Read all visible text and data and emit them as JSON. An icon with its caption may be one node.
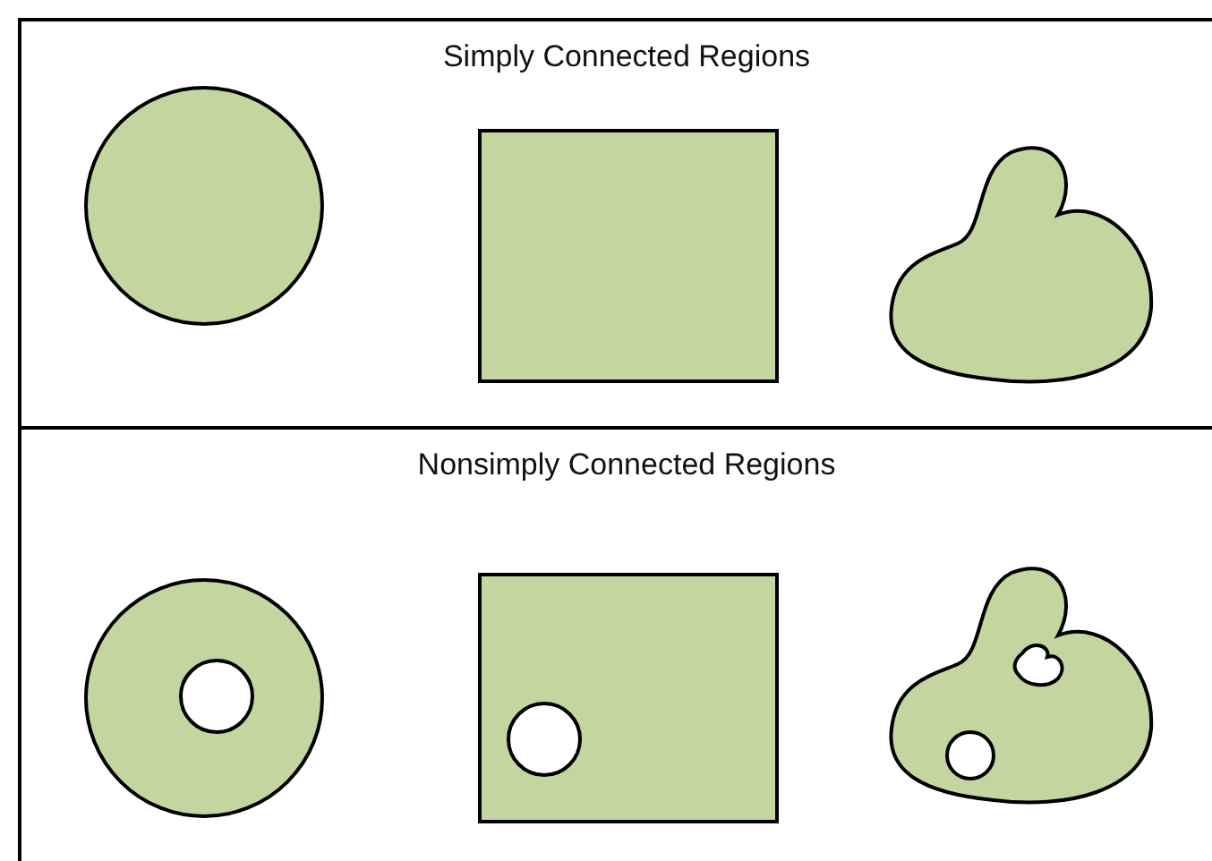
{
  "diagram": {
    "nodes": [
      {
        "text": [
          "Simply Connected Regions"
        ]
      },
      {
        "text": [],
        "shape": "circle",
        "in": 0
      },
      {
        "text": [],
        "shape": "box",
        "in": 0
      },
      {
        "text": [],
        "shape": "blob",
        "in": 0
      },
      {
        "text": [
          "Nonsimply Connected Regions"
        ]
      },
      {
        "text": [],
        "shape": "circle",
        "in": 4
      },
      {
        "text": [],
        "shape": "circle",
        "in": 5
      },
      {
        "text": [],
        "shape": "box",
        "in": 4
      },
      {
        "text": [],
        "shape": "circle",
        "in": 7
      },
      {
        "text": [],
        "shape": "blob",
        "in": 4
      },
      {
        "text": [],
        "shape": "blob",
        "in": 9
      },
      {
        "text": [],
        "shape": "circle",
        "in": 9
      }
    ]
  }
}
